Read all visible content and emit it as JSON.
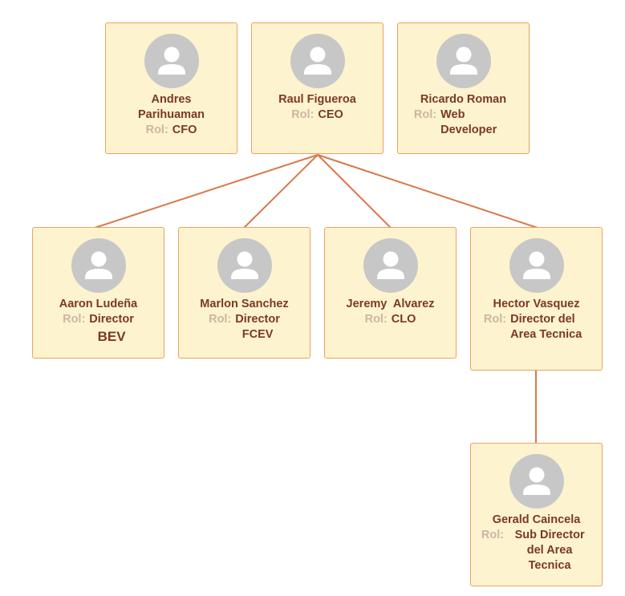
{
  "org_chart": {
    "role_prefix": "Rol:",
    "nodes": [
      {
        "id": "andres",
        "name": "Andres Parihuaman",
        "role": "CFO"
      },
      {
        "id": "raul",
        "name": "Raul Figueroa",
        "role": "CEO"
      },
      {
        "id": "ricardo",
        "name": "Ricardo Roman",
        "role": "Web Developer"
      },
      {
        "id": "aaron",
        "name": "Aaron Ludeña",
        "role_first": "Director",
        "role_second": "BEV"
      },
      {
        "id": "marlon",
        "name": "Marlon Sanchez",
        "role_first": "Director",
        "role_second": "FCEV"
      },
      {
        "id": "jeremy",
        "name": "Jeremy  Alvarez",
        "role": "CLO"
      },
      {
        "id": "hector",
        "name": "Hector Vasquez",
        "role": "Director del Area Tecnica"
      },
      {
        "id": "gerald",
        "name": "Gerald Caincela",
        "role": "Sub Director del Area Tecnica"
      }
    ],
    "edges": [
      [
        "raul",
        "aaron"
      ],
      [
        "raul",
        "marlon"
      ],
      [
        "raul",
        "jeremy"
      ],
      [
        "raul",
        "hector"
      ],
      [
        "hector",
        "gerald"
      ]
    ],
    "colors": {
      "card_fill": "#fdf3cf",
      "card_border": "#e9a45d",
      "connector": "#d9784a",
      "name_text": "#7a3a22",
      "role_label_text": "#cdb6a4",
      "avatar_circle": "#c7c7c7",
      "avatar_figure": "#ffffff"
    },
    "icons": {
      "avatar": "person-placeholder-icon"
    }
  }
}
